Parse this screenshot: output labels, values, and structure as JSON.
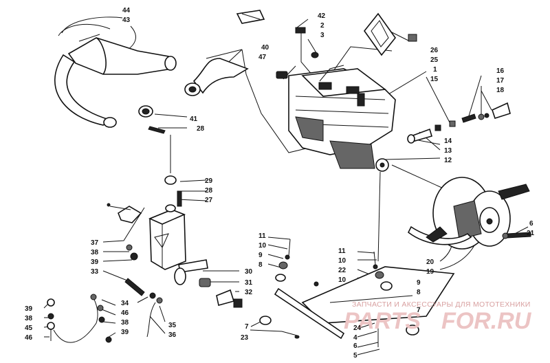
{
  "watermark": {
    "subtitle": "ЗАПЧАСТИ И АКСЕССУАРЫ ДЛЯ МОТОТЕХНИКИ",
    "brand_left": "PARTS",
    "brand_right": "FOR.RU",
    "color": "#d8a0a0"
  },
  "callouts": {
    "c1": "1",
    "c2": "2",
    "c3": "3",
    "c4": "4",
    "c5": "5",
    "c6a": "6",
    "c6b": "6",
    "c7a": "7",
    "c7b": "7",
    "c8a": "8",
    "c8b": "8",
    "c9a": "9",
    "c9b": "9",
    "c10a": "10",
    "c10b": "10",
    "c10c": "10",
    "c11a": "11",
    "c11b": "11",
    "c12": "12",
    "c13": "13",
    "c14": "14",
    "c15": "15",
    "c16": "16",
    "c17": "17",
    "c18": "18",
    "c19": "19",
    "c20": "20",
    "c21": "21",
    "c22": "22",
    "c23": "23",
    "c24": "24",
    "c25": "25",
    "c26": "26",
    "c27": "27",
    "c28a": "28",
    "c28b": "28",
    "c29": "29",
    "c30": "30",
    "c31": "31",
    "c32": "32",
    "c33": "33",
    "c34": "34",
    "c35": "35",
    "c36": "36",
    "c37": "37",
    "c38a": "38",
    "c38b": "38",
    "c38c": "38",
    "c39a": "39",
    "c39b": "39",
    "c39c": "39",
    "c40": "40",
    "c41": "41",
    "c42": "42",
    "c43": "43",
    "c44": "44",
    "c45": "45",
    "c46a": "46",
    "c46b": "46",
    "c47": "47"
  }
}
